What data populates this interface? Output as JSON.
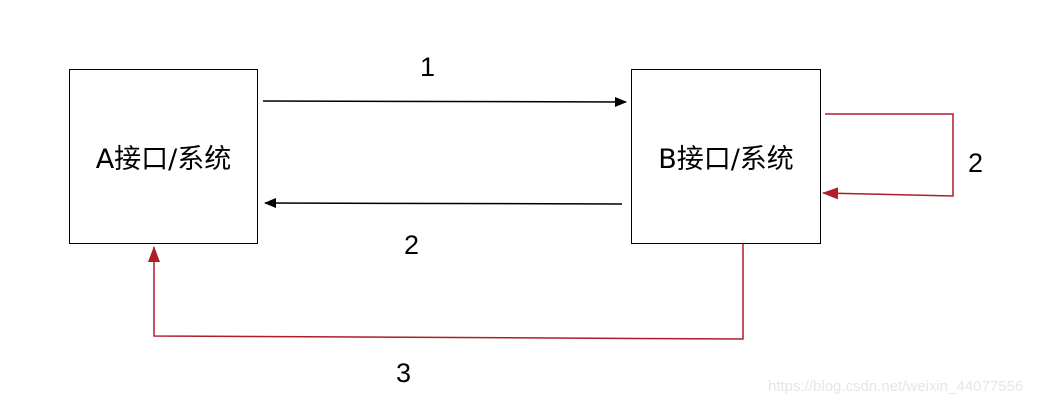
{
  "diagram": {
    "nodes": [
      {
        "id": "A",
        "label": "A接口/系统"
      },
      {
        "id": "B",
        "label": "B接口/系统"
      }
    ],
    "edges": [
      {
        "from": "A",
        "to": "B",
        "label": "1",
        "color": "#000000"
      },
      {
        "from": "B",
        "to": "A",
        "label": "2",
        "color": "#000000"
      },
      {
        "from": "B",
        "to": "B",
        "label": "2",
        "color": "#b01c2a"
      },
      {
        "from": "B",
        "to": "A",
        "label": "3",
        "color": "#b01c2a"
      }
    ],
    "watermark": "https://blog.csdn.net/weixin_44077556"
  }
}
